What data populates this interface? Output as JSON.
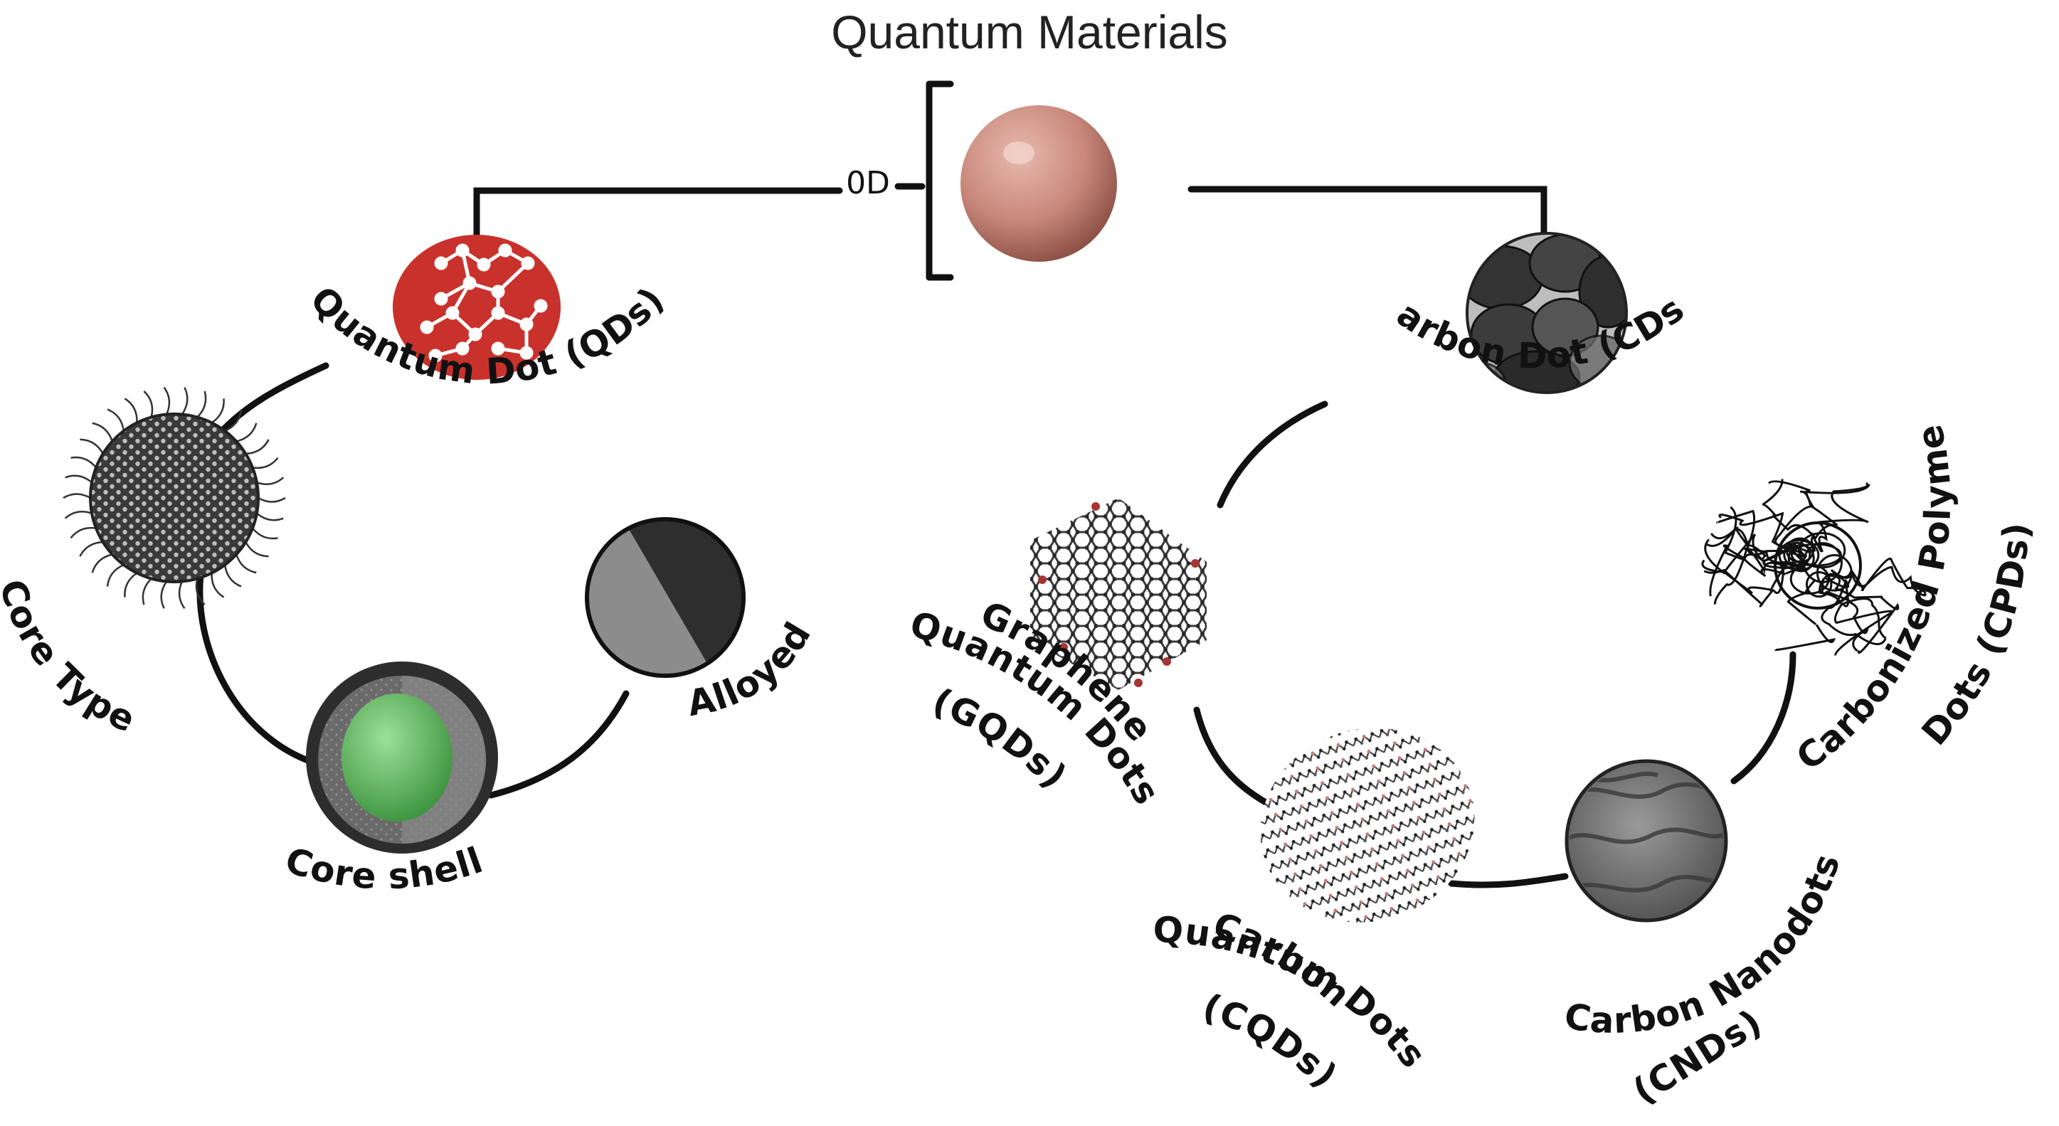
{
  "title": "Quantum Materials",
  "dimension_label": "0D",
  "left_branch": {
    "main": "Quantum Dot (QDs)",
    "types": [
      "Core Type",
      "Core shell",
      "Alloyed"
    ]
  },
  "right_branch": {
    "main": "Carbon Dot (CDs)",
    "types": {
      "gqd": [
        "Graphene",
        "Quantum Dots",
        "(GQDs)"
      ],
      "cqd": [
        "Carbon",
        "Quantum Dots",
        "(CQDs)"
      ],
      "cnd": [
        "Carbon Nanodots",
        "(CNDs)"
      ],
      "cpd": [
        "Carbonized Polymer",
        "Dots (CPDs)"
      ]
    }
  },
  "colors": {
    "sphere": "#c9897e",
    "quantum_dot": "#c0342f",
    "carbon_dot": "#3a3a3a",
    "core_shell_inner": "#5fb85f",
    "line": "#111111"
  },
  "icons": [
    "sphere-icon",
    "quantum-dot-icon",
    "carbon-dot-icon",
    "core-type-icon",
    "core-shell-icon",
    "alloyed-icon",
    "graphene-icon",
    "carbon-quantum-dot-icon",
    "carbon-nanodot-icon",
    "polymer-dot-icon"
  ]
}
